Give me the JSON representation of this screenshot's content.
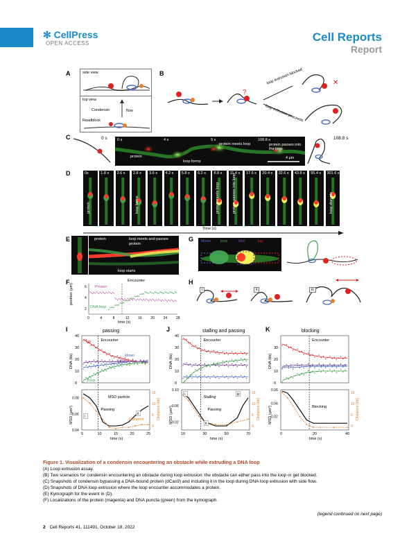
{
  "header": {
    "publisher": "CellPress",
    "open_access": "OPEN ACCESS",
    "journal": "Cell Reports",
    "article_type": "Report"
  },
  "panelA": {
    "label": "A",
    "side_view": "side view",
    "top_view": "top view",
    "condensin": "Condensin",
    "flow": "flow",
    "roadblock": "Roadblock"
  },
  "panelB": {
    "label": "B",
    "blocked": "loop extrusion blocked",
    "proceeds": "loop extrusion proceeds",
    "question": "?"
  },
  "panelC": {
    "label": "C",
    "t0": "0 s",
    "frames": [
      "0 s",
      "4 s",
      "9 s",
      "108.8 s"
    ],
    "protein": "protein",
    "loop_forms": "loop forms",
    "meets": "protein meets loop",
    "passes": "protein passes into the loop",
    "scale": "4 μm",
    "t_end": "108.8 s"
  },
  "panelD": {
    "label": "D",
    "times": [
      "0s",
      "1.8 s",
      "2.6 s",
      "2.8 s",
      "3.6 s",
      "4.2 s",
      "5.8 s",
      "6.2 s",
      "8.8 s",
      "11.4 s",
      "17.6 s",
      "20.4 s",
      "32.6 s",
      "43.8 s",
      "55.4 s",
      "301.6 s"
    ],
    "annotations": {
      "protein": "protein",
      "loop_forms": "loop forms",
      "meets": "protein meets loop",
      "passes": "protein passes into loop",
      "disrupts": "loop disrupts"
    },
    "axis": "Time (s)"
  },
  "panelE": {
    "label": "E",
    "protein": "protein",
    "meets": "loop meets and passes protein",
    "starts": "loop starts"
  },
  "panelF": {
    "label": "F",
    "encounter": "Encounter",
    "protein": "Protein",
    "dna_loop": "DNA loop",
    "ylabel": "position (μm)",
    "xlabel": "time (s)",
    "xticks": [
      "0",
      "4",
      "8",
      "12",
      "16",
      "20",
      "24",
      "28"
    ],
    "yticks": [
      "6",
      "4",
      "2"
    ]
  },
  "panelG": {
    "label": "G",
    "ldown": "ldown",
    "loop": "loop",
    "ldist": "ldist",
    "lup": "lup"
  },
  "panelH": {
    "label": "H",
    "steps": [
      "i",
      "ii",
      "iii"
    ]
  },
  "chart_data": [
    {
      "type": "scatter",
      "panel": "I",
      "title": "passing",
      "ylabel": "DNA (kb)",
      "ylim": [
        0,
        40
      ],
      "yticks": [
        "40",
        "30",
        "20",
        "10",
        "0"
      ],
      "encounter_label": "Encounter",
      "series": [
        {
          "name": "lup",
          "color": "#d8312e",
          "x": [
            0,
            4,
            8,
            12,
            16,
            20,
            24,
            28
          ],
          "values": [
            37,
            32,
            27,
            23,
            21,
            19,
            18,
            17
          ]
        },
        {
          "name": "ldown",
          "color": "#4a6fc4",
          "x": [
            0,
            4,
            8,
            12,
            16,
            20,
            24,
            28
          ],
          "values": [
            13,
            14,
            15,
            16,
            17,
            18,
            18,
            19
          ]
        },
        {
          "name": "ldist",
          "color": "#7b3fa8",
          "x": [
            0,
            4,
            8,
            12,
            16,
            20,
            24,
            28
          ],
          "values": [
            17,
            18,
            18,
            18,
            18,
            18,
            18,
            18
          ]
        },
        {
          "name": "lloop",
          "color": "#3fa34a",
          "x": [
            0,
            4,
            8,
            12,
            16,
            20,
            24,
            28
          ],
          "values": [
            2,
            6,
            10,
            13,
            15,
            16,
            17,
            17
          ]
        }
      ],
      "lower": {
        "ylabel": "MSD (μm²)",
        "ylim": [
          0.04,
          0.09
        ],
        "yticks": [
          "0.08",
          "0.06",
          "0.04"
        ],
        "right_label": "Distance (kb)",
        "right_ticks": [
          "15",
          "10",
          "5",
          "0"
        ],
        "xlabel": "time (s)",
        "xticks": [
          "5",
          "10",
          "15",
          "20",
          "25"
        ],
        "msd_label": "MSD particle",
        "event_label": "Passing",
        "distance_label": "Distance",
        "steps": [
          "i",
          "ii"
        ],
        "msd": {
          "x": [
            4,
            6,
            8,
            10,
            12,
            14,
            16,
            18,
            20,
            22,
            24
          ],
          "values": [
            0.085,
            0.08,
            0.07,
            0.05,
            0.045,
            0.045,
            0.046,
            0.05,
            0.058,
            0.065,
            0.07
          ]
        },
        "distance": {
          "x": [
            4,
            6,
            8,
            10,
            12,
            14,
            16,
            18,
            20,
            22,
            24
          ],
          "values": [
            12,
            10,
            7,
            4,
            1,
            0.5,
            1,
            1,
            1.5,
            2,
            2
          ]
        }
      }
    },
    {
      "type": "scatter",
      "panel": "J",
      "title": "stalling and passing",
      "ylabel": "DNA (kb)",
      "ylim": [
        0,
        40
      ],
      "yticks": [
        "40",
        "30",
        "20",
        "10",
        "0"
      ],
      "encounter_label": "Encounter",
      "series": [
        {
          "name": "lup",
          "color": "#d8312e",
          "x": [
            10,
            20,
            30,
            40,
            50,
            60,
            70
          ],
          "values": [
            38,
            31,
            27,
            26,
            25,
            25,
            25
          ]
        },
        {
          "name": "ldist",
          "color": "#7b3fa8",
          "x": [
            10,
            20,
            30,
            40,
            50,
            60,
            70
          ],
          "values": [
            16,
            15,
            15,
            15,
            15,
            15,
            15
          ]
        },
        {
          "name": "lloop",
          "color": "#3fa34a",
          "x": [
            10,
            20,
            30,
            40,
            50,
            60,
            70
          ],
          "values": [
            0,
            9,
            14,
            16,
            18,
            19,
            20
          ]
        },
        {
          "name": "ldown",
          "color": "#4a6fc4",
          "x": [
            10,
            20,
            30,
            40,
            50,
            60,
            70
          ],
          "values": [
            5,
            5,
            5,
            5,
            5,
            5,
            5
          ]
        }
      ],
      "lower": {
        "ylabel": "MSD (μm²)",
        "ylim": [
          0,
          0.1
        ],
        "yticks": [
          "0.10",
          "0.06",
          "0.02"
        ],
        "right_label": "Distance (kb)",
        "right_ticks": [
          "15",
          "10",
          "5",
          "0"
        ],
        "xlabel": "time (s)",
        "xticks": [
          "10",
          "30",
          "50",
          "70"
        ],
        "event_label": "Stalling",
        "event2_label": "Passing",
        "steps": [
          "i",
          "ii",
          "iii"
        ],
        "msd": {
          "x": [
            10,
            15,
            20,
            25,
            30,
            40,
            50,
            60,
            65,
            70
          ],
          "values": [
            0.09,
            0.08,
            0.06,
            0.04,
            0.02,
            0.01,
            0.01,
            0.03,
            0.06,
            0.08
          ]
        },
        "distance": {
          "x": [
            10,
            15,
            20,
            25,
            30,
            40,
            50,
            60,
            70
          ],
          "values": [
            13,
            11,
            8,
            5,
            3,
            2,
            2,
            3,
            4
          ]
        }
      }
    },
    {
      "type": "scatter",
      "panel": "K",
      "title": "blocking",
      "ylabel": "DNA (kb)",
      "ylim": [
        0,
        40
      ],
      "yticks": [
        "30",
        "20",
        "10",
        "0"
      ],
      "encounter_label": "Encounter",
      "series": [
        {
          "name": "lup",
          "color": "#d8312e",
          "x": [
            0,
            10,
            20,
            30,
            40,
            50
          ],
          "values": [
            33,
            28,
            24,
            22,
            21,
            21
          ]
        },
        {
          "name": "ldist",
          "color": "#7b3fa8",
          "x": [
            0,
            10,
            20,
            30,
            40,
            50
          ],
          "values": [
            14,
            15,
            15,
            15,
            15,
            15
          ]
        },
        {
          "name": "lloop",
          "color": "#3fa34a",
          "x": [
            0,
            10,
            20,
            30,
            40,
            50
          ],
          "values": [
            2,
            6,
            9,
            10,
            10,
            10
          ]
        },
        {
          "name": "ldown",
          "color": "#4a6fc4",
          "x": [
            0,
            10,
            20,
            30,
            40,
            50
          ],
          "values": [
            13,
            13,
            14,
            14,
            14,
            14
          ]
        }
      ],
      "lower": {
        "ylabel": "MSD (μm²)",
        "ylim": [
          0,
          0.06
        ],
        "yticks": [
          "0.06",
          "0.04",
          "0.02"
        ],
        "right_label": "Distance (kb)",
        "right_ticks": [
          "15",
          "10",
          "5",
          "0"
        ],
        "xlabel": "time (s)",
        "xticks": [
          "0",
          "20",
          "40"
        ],
        "event_label": "Blocking",
        "msd": {
          "x": [
            2,
            6,
            10,
            15,
            20,
            25,
            30,
            40,
            50
          ],
          "values": [
            0.058,
            0.055,
            0.045,
            0.03,
            0.015,
            0.01,
            0.01,
            0.01,
            0.01
          ]
        },
        "distance": {
          "x": [
            2,
            6,
            10,
            15,
            20,
            25,
            30,
            40,
            50
          ],
          "values": [
            14,
            12,
            9,
            5,
            2,
            1,
            1,
            1,
            1
          ]
        }
      }
    }
  ],
  "caption": {
    "title": "Figure 1. Visualization of a condensin encountering an obstacle while extruding a DNA loop",
    "lines": [
      "(A) Loop extrusion assay.",
      "(B) Two scenarios for condensin encountering an obstacle during loop extrusion: the obstacle can either pass into the loop or get blocked.",
      "(C) Snapshots of condensin bypassing a DNA-bound protein (dCas9) and including it in the loop during DNA loop extrusion with side flow.",
      "(D) Snapshots of DNA loop extrusion where the loop encounter accommodates a protein.",
      "(E) Kymograph for the event in (D).",
      "(F) Localizations of the protein (magenta) and DNA puncta (green) from the kymograph."
    ],
    "continued": "(legend continued on next page)"
  },
  "footer": {
    "page": "2",
    "citation": "Cell Reports 41, 111491, October 18, 2022"
  }
}
